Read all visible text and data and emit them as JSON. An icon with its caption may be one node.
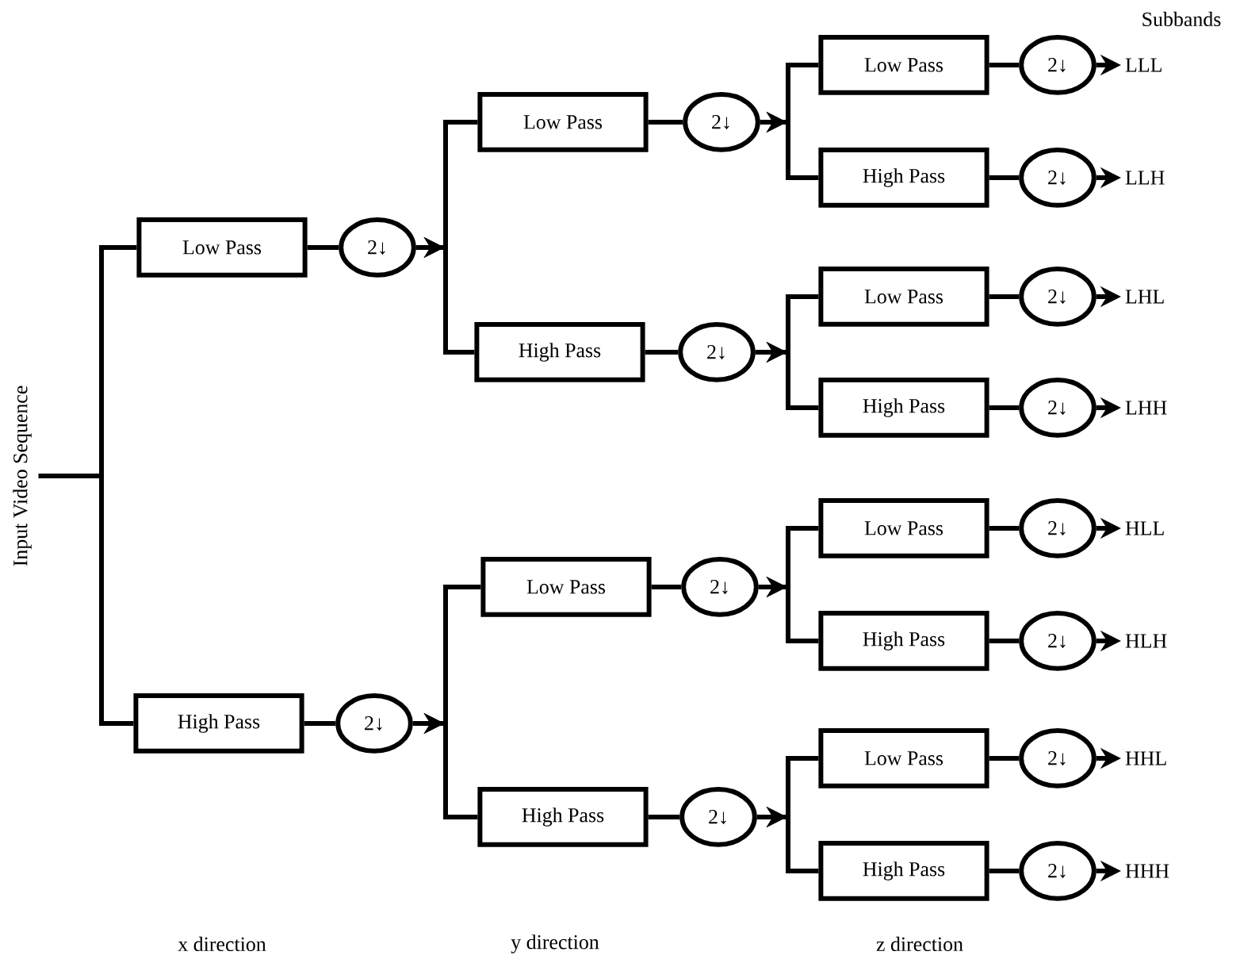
{
  "diagram": {
    "nodes": [
      {
        "text": [
          "Input Video Sequence"
        ]
      },
      {
        "text": [
          "Low Pass"
        ]
      },
      {
        "text": [
          "2↓"
        ]
      },
      {
        "text": [
          "High Pass"
        ]
      },
      {
        "text": [
          "2↓"
        ]
      },
      {
        "text": [
          "Low Pass"
        ]
      },
      {
        "text": [
          "2↓"
        ]
      },
      {
        "text": [
          "High Pass"
        ]
      },
      {
        "text": [
          "2↓"
        ]
      },
      {
        "text": [
          "Low Pass"
        ]
      },
      {
        "text": [
          "2↓"
        ]
      },
      {
        "text": [
          "High Pass"
        ]
      },
      {
        "text": [
          "2↓"
        ]
      },
      {
        "text": [
          "Low Pass"
        ]
      },
      {
        "text": [
          "2↓"
        ]
      },
      {
        "text": [
          "High Pass"
        ]
      },
      {
        "text": [
          "2↓"
        ]
      },
      {
        "text": [
          "Low Pass"
        ]
      },
      {
        "text": [
          "2↓"
        ]
      },
      {
        "text": [
          "High Pass"
        ]
      },
      {
        "text": [
          "2↓"
        ]
      },
      {
        "text": [
          "Low Pass"
        ]
      },
      {
        "text": [
          "2↓"
        ]
      },
      {
        "text": [
          "High Pass"
        ]
      },
      {
        "text": [
          "2↓"
        ]
      },
      {
        "text": [
          "Low Pass"
        ]
      },
      {
        "text": [
          "2↓"
        ]
      },
      {
        "text": [
          "High Pass"
        ]
      },
      {
        "text": [
          "2↓"
        ]
      },
      {
        "text": [
          "LLL"
        ]
      },
      {
        "text": [
          "LLH"
        ]
      },
      {
        "text": [
          "LHL"
        ]
      },
      {
        "text": [
          "LHH"
        ]
      },
      {
        "text": [
          "HLL"
        ]
      },
      {
        "text": [
          "HLH"
        ]
      },
      {
        "text": [
          "HHL"
        ]
      },
      {
        "text": [
          "HHH"
        ]
      }
    ],
    "edges": [
      {
        "from": 0,
        "to": 1,
        "arrow": "none"
      },
      {
        "from": 0,
        "to": 3,
        "arrow": "none"
      },
      {
        "from": 1,
        "to": 2,
        "arrow": "none"
      },
      {
        "from": 3,
        "to": 4,
        "arrow": "none"
      },
      {
        "from": 2,
        "to": 5,
        "arrow": "to"
      },
      {
        "from": 2,
        "to": 7,
        "arrow": "to"
      },
      {
        "from": 4,
        "to": 9,
        "arrow": "to"
      },
      {
        "from": 4,
        "to": 11,
        "arrow": "to"
      },
      {
        "from": 5,
        "to": 6,
        "arrow": "none"
      },
      {
        "from": 7,
        "to": 8,
        "arrow": "none"
      },
      {
        "from": 9,
        "to": 10,
        "arrow": "none"
      },
      {
        "from": 11,
        "to": 12,
        "arrow": "none"
      },
      {
        "from": 6,
        "to": 13,
        "arrow": "to"
      },
      {
        "from": 6,
        "to": 15,
        "arrow": "to"
      },
      {
        "from": 8,
        "to": 17,
        "arrow": "to"
      },
      {
        "from": 8,
        "to": 19,
        "arrow": "to"
      },
      {
        "from": 10,
        "to": 21,
        "arrow": "to"
      },
      {
        "from": 10,
        "to": 23,
        "arrow": "to"
      },
      {
        "from": 12,
        "to": 25,
        "arrow": "to"
      },
      {
        "from": 12,
        "to": 27,
        "arrow": "to"
      },
      {
        "from": 13,
        "to": 14,
        "arrow": "none"
      },
      {
        "from": 15,
        "to": 16,
        "arrow": "none"
      },
      {
        "from": 17,
        "to": 18,
        "arrow": "none"
      },
      {
        "from": 19,
        "to": 20,
        "arrow": "none"
      },
      {
        "from": 21,
        "to": 22,
        "arrow": "none"
      },
      {
        "from": 23,
        "to": 24,
        "arrow": "none"
      },
      {
        "from": 25,
        "to": 26,
        "arrow": "none"
      },
      {
        "from": 27,
        "to": 28,
        "arrow": "none"
      },
      {
        "from": 14,
        "to": 29,
        "arrow": "to"
      },
      {
        "from": 16,
        "to": 30,
        "arrow": "to"
      },
      {
        "from": 18,
        "to": 31,
        "arrow": "to"
      },
      {
        "from": 20,
        "to": 32,
        "arrow": "to"
      },
      {
        "from": 22,
        "to": 33,
        "arrow": "to"
      },
      {
        "from": 24,
        "to": 34,
        "arrow": "to"
      },
      {
        "from": 26,
        "to": 35,
        "arrow": "to"
      },
      {
        "from": 28,
        "to": 36,
        "arrow": "to"
      }
    ],
    "labels": [
      "Subbands",
      "x direction",
      "y direction",
      "z direction"
    ]
  }
}
